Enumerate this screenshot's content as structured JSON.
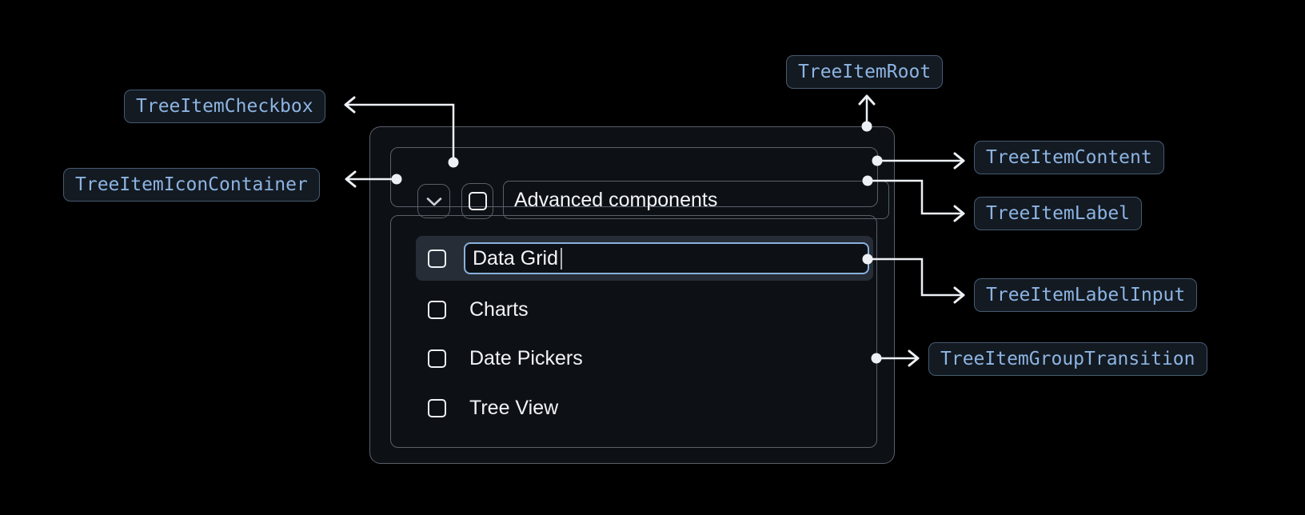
{
  "annotations": {
    "root": "TreeItemRoot",
    "checkbox": "TreeItemCheckbox",
    "icon_container": "TreeItemIconContainer",
    "content": "TreeItemContent",
    "label": "TreeItemLabel",
    "label_input": "TreeItemLabelInput",
    "group_transition": "TreeItemGroupTransition"
  },
  "tree": {
    "parent_label": "Advanced components",
    "items": [
      {
        "label": "Data Grid",
        "state": "editing",
        "checked": false
      },
      {
        "label": "Charts",
        "checked": false
      },
      {
        "label": "Date Pickers",
        "checked": false
      },
      {
        "label": "Tree View",
        "checked": false
      }
    ]
  },
  "icons": {
    "expand": "chevron-down-icon"
  },
  "colors": {
    "background": "#000000",
    "surface": "#0d1116",
    "container_border": "#5a6069",
    "badge_background": "#131a22",
    "badge_border": "#475b70",
    "badge_text": "#8db4e2",
    "input_focus_border": "#8ab1dc",
    "row_highlight": "#262d36",
    "connector": "#edf1f5",
    "text": "#f3f5f7"
  }
}
